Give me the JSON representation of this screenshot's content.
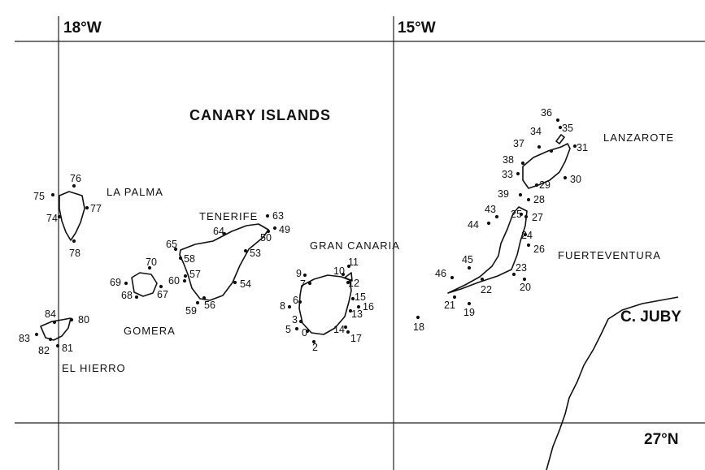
{
  "title": "CANARY ISLANDS",
  "grid_labels": {
    "lon_18w": "18°W",
    "lon_15w": "15°W",
    "lat_27n": "27°N"
  },
  "islands": {
    "la_palma": "LA PALMA",
    "tenerife": "TENERIFE",
    "gran_canaria": "GRAN CANARIA",
    "lanzarote": "LANZAROTE",
    "fuerteventura": "FUERTEVENTURA",
    "gomera": "GOMERA",
    "el_hierro": "EL HIERRO"
  },
  "cape": "C. JUBY",
  "stations": [
    "0",
    "2",
    "3",
    "5",
    "6",
    "7",
    "8",
    "9",
    "10",
    "11",
    "12",
    "13",
    "14",
    "15",
    "16",
    "17",
    "18",
    "19",
    "20",
    "21",
    "22",
    "23",
    "24",
    "25",
    "26",
    "27",
    "28",
    "29",
    "30",
    "31",
    "33",
    "34",
    "35",
    "36",
    "37",
    "38",
    "39",
    "43",
    "44",
    "45",
    "46",
    "49",
    "50",
    "53",
    "54",
    "56",
    "57",
    "58",
    "59",
    "60",
    "63",
    "64",
    "65",
    "67",
    "68",
    "69",
    "70",
    "74",
    "75",
    "76",
    "77",
    "78",
    "80",
    "81",
    "82",
    "83",
    "84"
  ]
}
